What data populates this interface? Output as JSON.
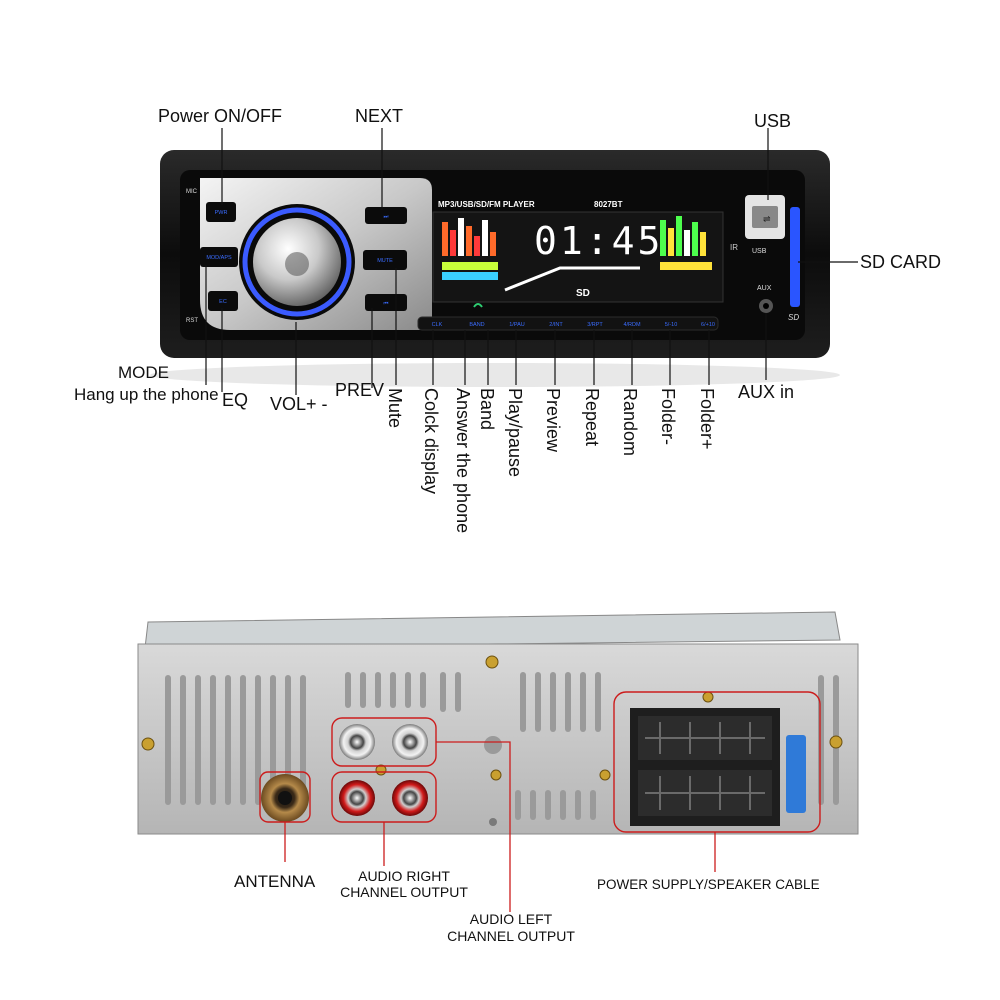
{
  "front_labels": {
    "power": "Power ON/OFF",
    "next": "NEXT",
    "usb": "USB",
    "sd_card": "SD CARD",
    "mode": "MODE",
    "hang_up": "Hang up the phone",
    "eq": "EQ",
    "vol": "VOL+ -",
    "prev": "PREV",
    "mute": "Mute",
    "clock": "Colck display",
    "answer": "Answer the phone",
    "band": "Band",
    "play_pause": "Play/pause",
    "preview": "Preview",
    "repeat": "Repeat",
    "random": "Random",
    "folder_minus": "Folder-",
    "folder_plus": "Folder+",
    "aux_in": "AUX in"
  },
  "device_text": {
    "model_line": "MP3/USB/SD/FM PLAYER",
    "model_no": "8027BT",
    "clock": "01:45",
    "mic": "MIC",
    "rst": "RST",
    "ir": "IR",
    "aux": "AUX",
    "sd": "SD",
    "usb_logo": "USB",
    "pwr": "PWR",
    "mode_btn": "MOD/APS",
    "ec": "EC",
    "mute_btn": "MUTE",
    "clk": "CLK",
    "band_btn": "BAND",
    "btn1": "1/PAU",
    "btn2": "2/INT",
    "btn3": "3/RPT",
    "btn4": "4/RDM",
    "btn5": "5/-10",
    "btn6": "6/+10"
  },
  "back_labels": {
    "antenna": "ANTENNA",
    "audio_right_1": "AUDIO RIGHT",
    "audio_right_2": "CHANNEL OUTPUT",
    "audio_left_1": "AUDIO LEFT",
    "audio_left_2": "CHANNEL OUTPUT",
    "power_cable": "POWER SUPPLY/SPEAKER CABLE"
  },
  "colors": {
    "highlight": "#cc1c1c",
    "button_text": "#3a6cff",
    "knob_ring": "#3b5bff"
  }
}
